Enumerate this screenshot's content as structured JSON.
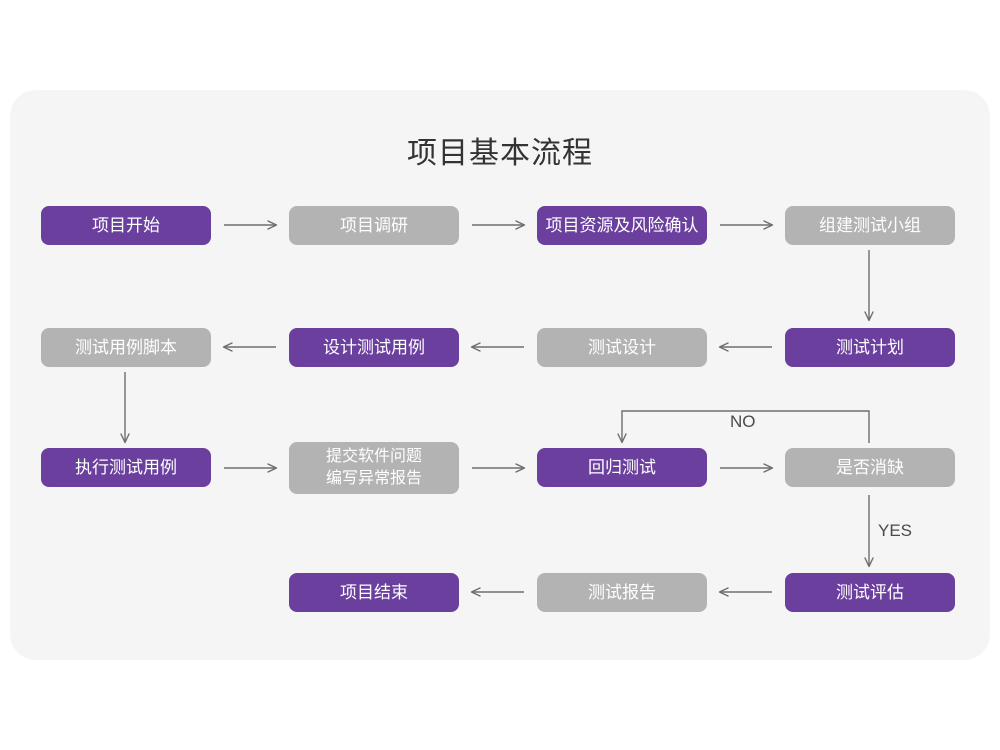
{
  "diagram": {
    "title": "项目基本流程",
    "colors": {
      "accent_purple": "#6b3f9e",
      "muted_gray": "#b3b3b3",
      "panel_bg": "#f5f5f5",
      "page_bg": "#ffffff",
      "connector": "#6e6e6e",
      "title_text": "#333333"
    },
    "nodes": [
      {
        "id": "n1",
        "label": "项目开始",
        "style": "purple",
        "row": 1
      },
      {
        "id": "n2",
        "label": "项目调研",
        "style": "gray",
        "row": 1
      },
      {
        "id": "n3",
        "label": "项目资源及风险确认",
        "style": "purple",
        "row": 1
      },
      {
        "id": "n4",
        "label": "组建测试小组",
        "style": "gray",
        "row": 1
      },
      {
        "id": "n5",
        "label": "测试用例脚本",
        "style": "gray",
        "row": 2
      },
      {
        "id": "n6",
        "label": "设计测试用例",
        "style": "purple",
        "row": 2
      },
      {
        "id": "n7",
        "label": "测试设计",
        "style": "gray",
        "row": 2
      },
      {
        "id": "n8",
        "label": "测试计划",
        "style": "purple",
        "row": 2
      },
      {
        "id": "n9",
        "label": "执行测试用例",
        "style": "purple",
        "row": 3
      },
      {
        "id": "n10",
        "label": "提交软件问题\n编写异常报告",
        "style": "gray",
        "row": 3
      },
      {
        "id": "n11",
        "label": "回归测试",
        "style": "purple",
        "row": 3
      },
      {
        "id": "n12",
        "label": "是否消缺",
        "style": "gray",
        "row": 3
      },
      {
        "id": "n13",
        "label": "项目结束",
        "style": "purple",
        "row": 4
      },
      {
        "id": "n14",
        "label": "测试报告",
        "style": "gray",
        "row": 4
      },
      {
        "id": "n15",
        "label": "测试评估",
        "style": "purple",
        "row": 4
      }
    ],
    "edge_labels": {
      "no": "NO",
      "yes": "YES"
    }
  }
}
